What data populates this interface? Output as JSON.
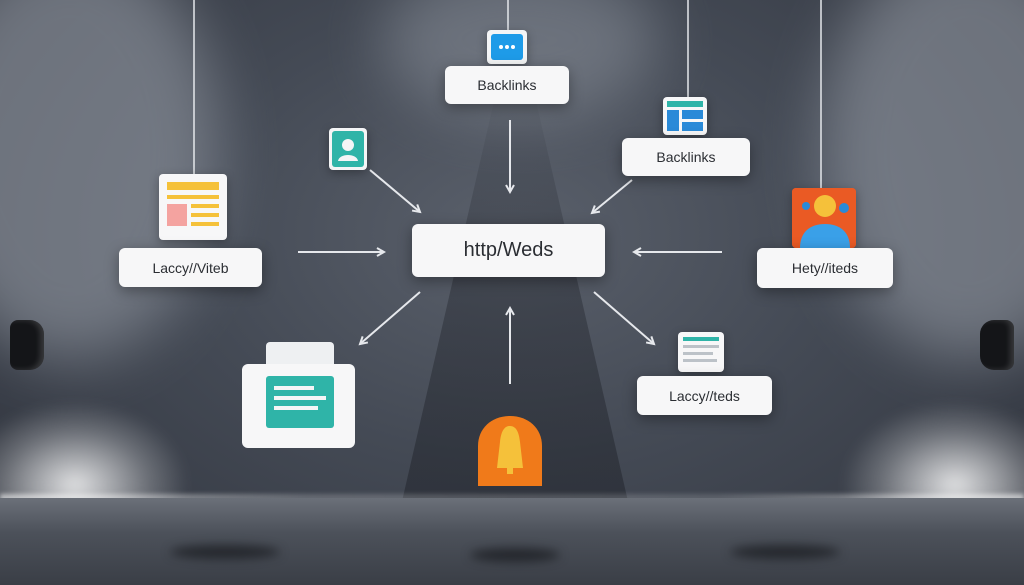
{
  "nodes": {
    "center": "http/Weds",
    "top": "Backlinks",
    "top_right": "Backlinks",
    "left": "Laccy//Viteb",
    "right": "Hety//iteds",
    "bottom_right": "Laccy//teds"
  },
  "icons": {
    "chat": "chat-bubble-icon",
    "user": "user-icon",
    "document_yellow": "document-icon",
    "layout": "layout-icon",
    "profile": "profile-image-icon",
    "printer": "printer-icon",
    "form": "form-icon",
    "bell": "bell-icon"
  },
  "colors": {
    "background": "#444a55",
    "card": "#f7f7f8",
    "arrow": "#e6e8ec",
    "chat_icon": "#1e9be8",
    "user_icon": "#2fb4a8",
    "doc_icon": "#f5c13a",
    "layout_icon": "#2a8ad8",
    "profile_icon": "#ea5a24",
    "printer_icon": "#2fb4a8",
    "bell_icon": "#f07a1a"
  }
}
